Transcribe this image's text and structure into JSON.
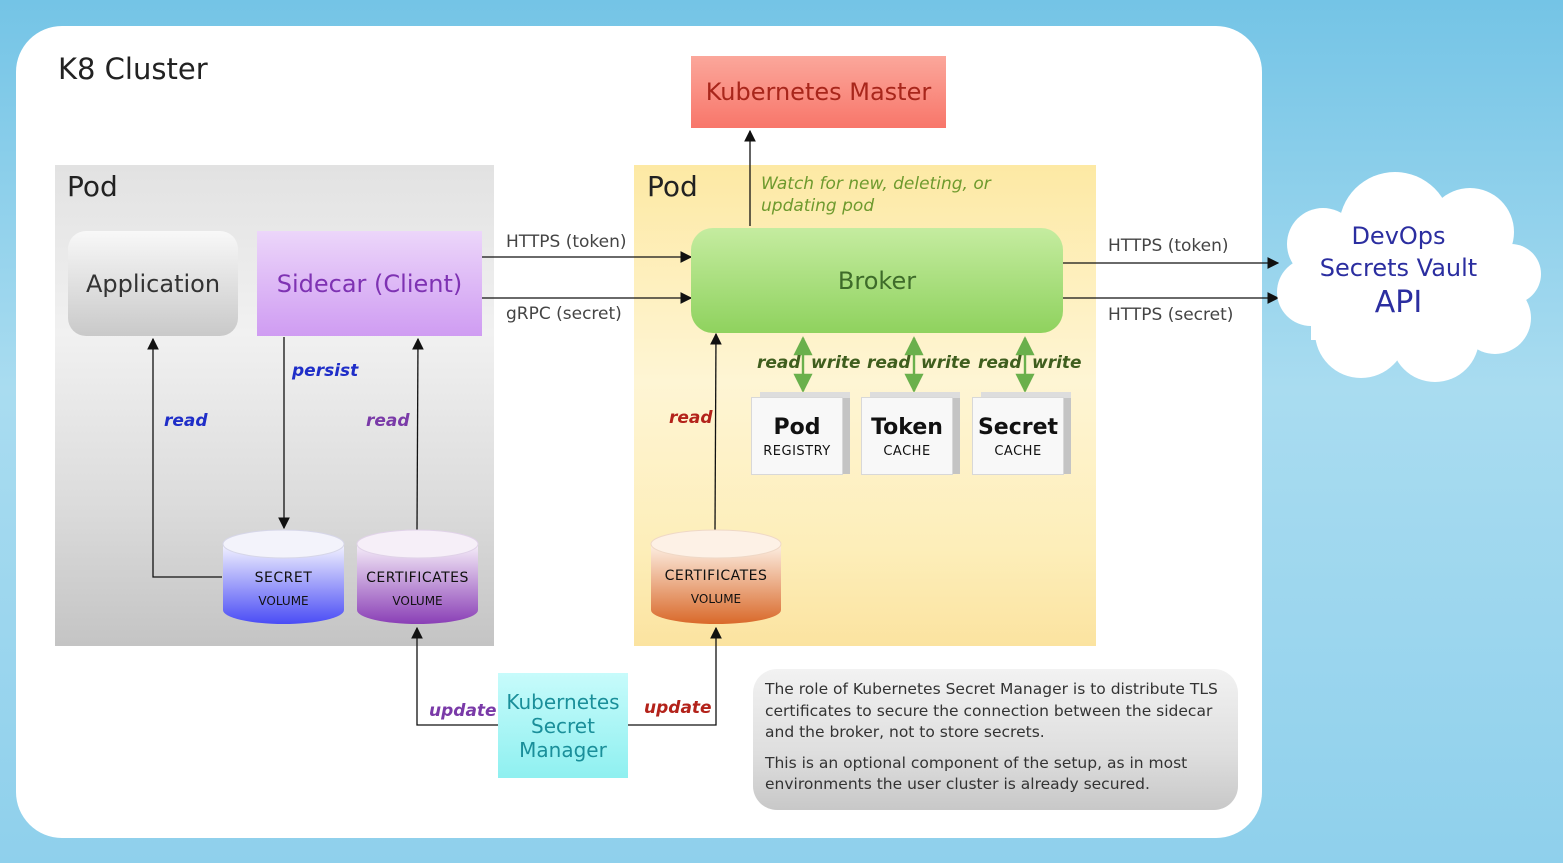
{
  "cluster": {
    "label": "K8 Cluster"
  },
  "left_pod": {
    "label": "Pod",
    "application": "Application",
    "sidecar": "Sidecar (Client)",
    "secret_volume": {
      "title": "SECRET",
      "sub": "VOLUME",
      "color": "#4a4cf5"
    },
    "certificates_volume": {
      "title": "CERTIFICATES",
      "sub": "VOLUME",
      "color": "#8a3fb6"
    },
    "edge_persist": "persist",
    "edge_read_app": "read",
    "edge_read_sidecar": "read"
  },
  "right_pod": {
    "label": "Pod",
    "broker": "Broker",
    "watch_note": "Watch for new, deleting, or updating pod",
    "edge_read_broker": "read",
    "certificates_volume": {
      "title": "CERTIFICATES",
      "sub": "VOLUME",
      "color": "#d9692a"
    },
    "caches": [
      {
        "title": "Pod",
        "sub": "REGISTRY",
        "read": "read",
        "write": "write"
      },
      {
        "title": "Token",
        "sub": "CACHE",
        "read": "read",
        "write": "write"
      },
      {
        "title": "Secret",
        "sub": "CACHE",
        "read": "read",
        "write": "write"
      }
    ]
  },
  "kubernetes_master": "Kubernetes Master",
  "connections": {
    "sidecar_broker_token": "HTTPS (token)",
    "sidecar_broker_secret": "gRPC (secret)",
    "broker_vault_token": "HTTPS (token)",
    "broker_vault_secret": "HTTPS (secret)"
  },
  "vault": {
    "line1": "DevOps",
    "line2": "Secrets Vault",
    "line3": "API"
  },
  "secret_manager": {
    "line1": "Kubernetes",
    "line2": "Secret",
    "line3": "Manager",
    "update_left": "update",
    "update_right": "update"
  },
  "note": {
    "p1": "The role of Kubernetes Secret Manager is to distribute TLS certificates to secure the connection between the sidecar and the broker, not to store secrets.",
    "p2": "This is an optional component of the setup, as in most environments the user cluster is already secured."
  },
  "colors": {
    "persist": "#1f2ec8",
    "read_app": "#1f2ec8",
    "read_sidecar": "#7a3aa8",
    "read_broker": "#b3221a",
    "watch": "#6e9a2e",
    "cache_rw": "#3f5e1e",
    "update_left": "#7a3aa8",
    "update_right": "#b3221a",
    "green_arrow": "#6ab04c"
  }
}
